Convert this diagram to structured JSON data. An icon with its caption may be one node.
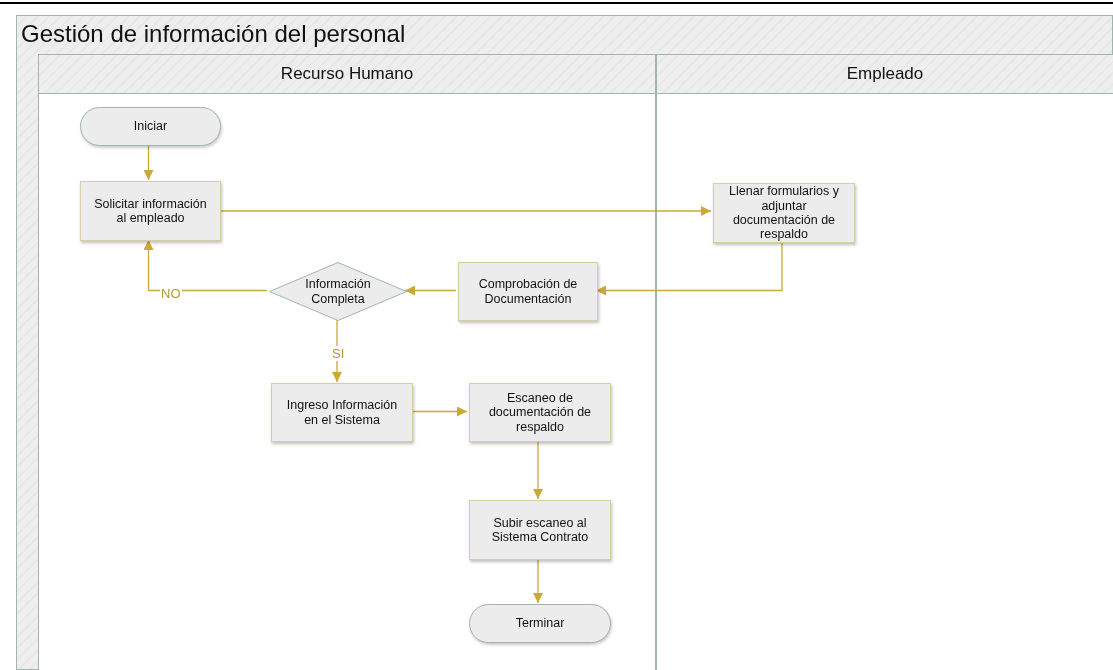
{
  "diagram": {
    "nodes": [
      {
        "text": [
          "Gestión de información del personal"
        ]
      },
      {
        "text": [
          "Recurso Humano"
        ],
        "in": 0
      },
      {
        "text": [
          "Empleado"
        ],
        "in": 0
      },
      {
        "text": [
          "Iniciar"
        ],
        "in": 1
      },
      {
        "text": [
          "Solicitar información al empleado"
        ],
        "in": 1
      },
      {
        "text": [
          "Llenar formularios y adjuntar documentación de respaldo"
        ],
        "in": 2
      },
      {
        "text": [
          "Comprobación de Documentación"
        ],
        "in": 1
      },
      {
        "text": [
          "Información Completa"
        ],
        "in": 1
      },
      {
        "text": [
          "Ingreso Información en el Sistema"
        ],
        "in": 1
      },
      {
        "text": [
          "Escaneo de documentación de respaldo"
        ],
        "in": 1
      },
      {
        "text": [
          "Subir escaneo al Sistema Contrato"
        ],
        "in": 1
      },
      {
        "text": [
          "Terminar"
        ],
        "in": 1
      }
    ],
    "edges": [
      {
        "from": 3,
        "to": 4,
        "arrow": "to"
      },
      {
        "from": 4,
        "to": 5,
        "arrow": "to"
      },
      {
        "from": 5,
        "to": 6,
        "arrow": "to"
      },
      {
        "from": 6,
        "to": 7,
        "arrow": "to"
      },
      {
        "from": 7,
        "to": 4,
        "arrow": "to",
        "label": "NO"
      },
      {
        "from": 7,
        "to": 8,
        "arrow": "to",
        "label": "SI"
      },
      {
        "from": 8,
        "to": 9,
        "arrow": "to"
      },
      {
        "from": 9,
        "to": 10,
        "arrow": "to"
      },
      {
        "from": 10,
        "to": 11,
        "arrow": "to"
      }
    ]
  }
}
